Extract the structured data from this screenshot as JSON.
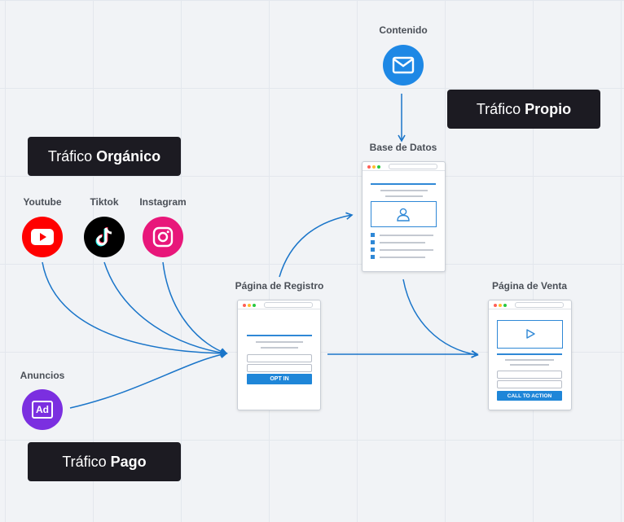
{
  "tags": {
    "organico": {
      "prefix": "Tráfico",
      "bold": "Orgánico"
    },
    "propio": {
      "prefix": "Tráfico",
      "bold": "Propio"
    },
    "pago": {
      "prefix": "Tráfico",
      "bold": "Pago"
    }
  },
  "sources": {
    "youtube": {
      "label": "Youtube",
      "icon": "youtube-icon",
      "color": "#ff0000"
    },
    "tiktok": {
      "label": "Tiktok",
      "icon": "tiktok-icon",
      "color": "#000000"
    },
    "instagram": {
      "label": "Instagram",
      "icon": "instagram-icon",
      "color": "#e8177a"
    },
    "anuncios": {
      "label": "Anuncios",
      "icon": "ad-icon",
      "icon_text": "Ad",
      "color": "#7b2fe0"
    },
    "contenido": {
      "label": "Contenido",
      "icon": "mail-icon",
      "color": "#1e88e5"
    }
  },
  "pages": {
    "registro": {
      "label": "Página de Registro",
      "button": "OPT IN"
    },
    "datos": {
      "label": "Base de Datos"
    },
    "venta": {
      "label": "Página de Venta",
      "button": "CALL TO ACTION"
    }
  },
  "colors": {
    "arrow": "#1a75c9",
    "tag_bg": "#1c1b22",
    "accent": "#2f88d6"
  }
}
